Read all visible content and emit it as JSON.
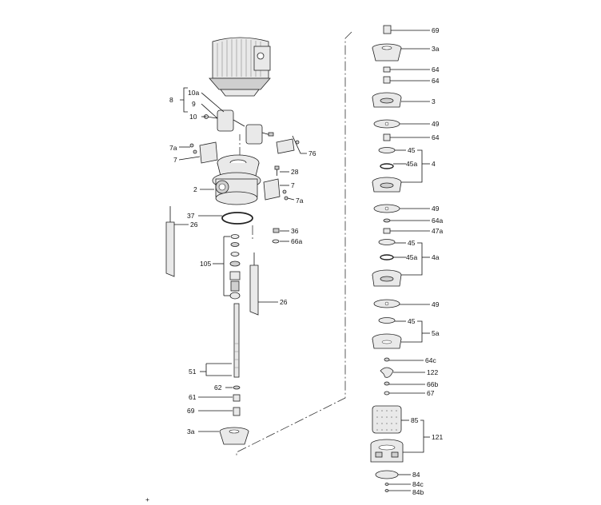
{
  "left_labels": {
    "p8": "8",
    "p10a": "10a",
    "p9": "9",
    "p10": "10",
    "p7a_top": "7a",
    "p7_top": "7",
    "p76": "76",
    "p28": "28",
    "p2": "2",
    "p7_mid": "7",
    "p7a_mid": "7a",
    "p37": "37",
    "p26_left": "26",
    "p36": "36",
    "p66a": "66a",
    "p105": "105",
    "p26_right": "26",
    "p51": "51",
    "p62": "62",
    "p61": "61",
    "p69": "69",
    "p3a": "3a"
  },
  "right_labels": {
    "p69": "69",
    "p3a": "3a",
    "p64_1": "64",
    "p64_2": "64",
    "p3": "3",
    "p49_1": "49",
    "p64_3": "64",
    "p45_1": "45",
    "p45a_1": "45a",
    "p4": "4",
    "p49_2": "49",
    "p64a": "64a",
    "p47a": "47a",
    "p45_2": "45",
    "p45a_2": "45a",
    "p4a": "4a",
    "p49_3": "49",
    "p45_3": "45",
    "p5a": "5a",
    "p64c": "64c",
    "p122": "122",
    "p66b": "66b",
    "p67": "67",
    "p85": "85",
    "p121": "121",
    "p84": "84",
    "p84c": "84c",
    "p84b": "84b"
  },
  "footer_mark": "+"
}
